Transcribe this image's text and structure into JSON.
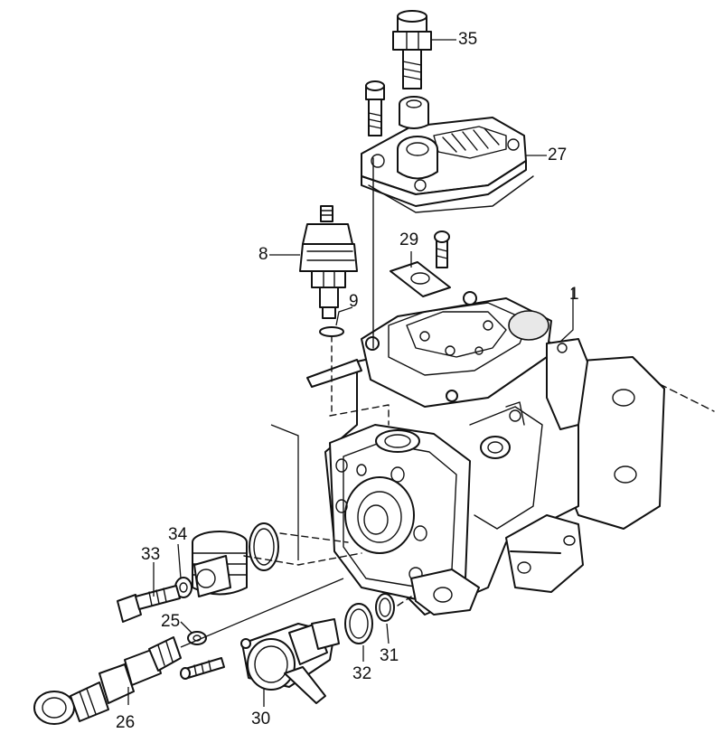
{
  "callouts": [
    {
      "id": "1",
      "label": "1"
    },
    {
      "id": "8",
      "label": "8"
    },
    {
      "id": "9",
      "label": "9"
    },
    {
      "id": "25",
      "label": "25"
    },
    {
      "id": "26",
      "label": "26"
    },
    {
      "id": "27",
      "label": "27"
    },
    {
      "id": "29",
      "label": "29"
    },
    {
      "id": "30",
      "label": "30"
    },
    {
      "id": "31",
      "label": "31"
    },
    {
      "id": "32",
      "label": "32"
    },
    {
      "id": "33",
      "label": "33"
    },
    {
      "id": "34",
      "label": "34"
    },
    {
      "id": "35",
      "label": "35"
    }
  ]
}
